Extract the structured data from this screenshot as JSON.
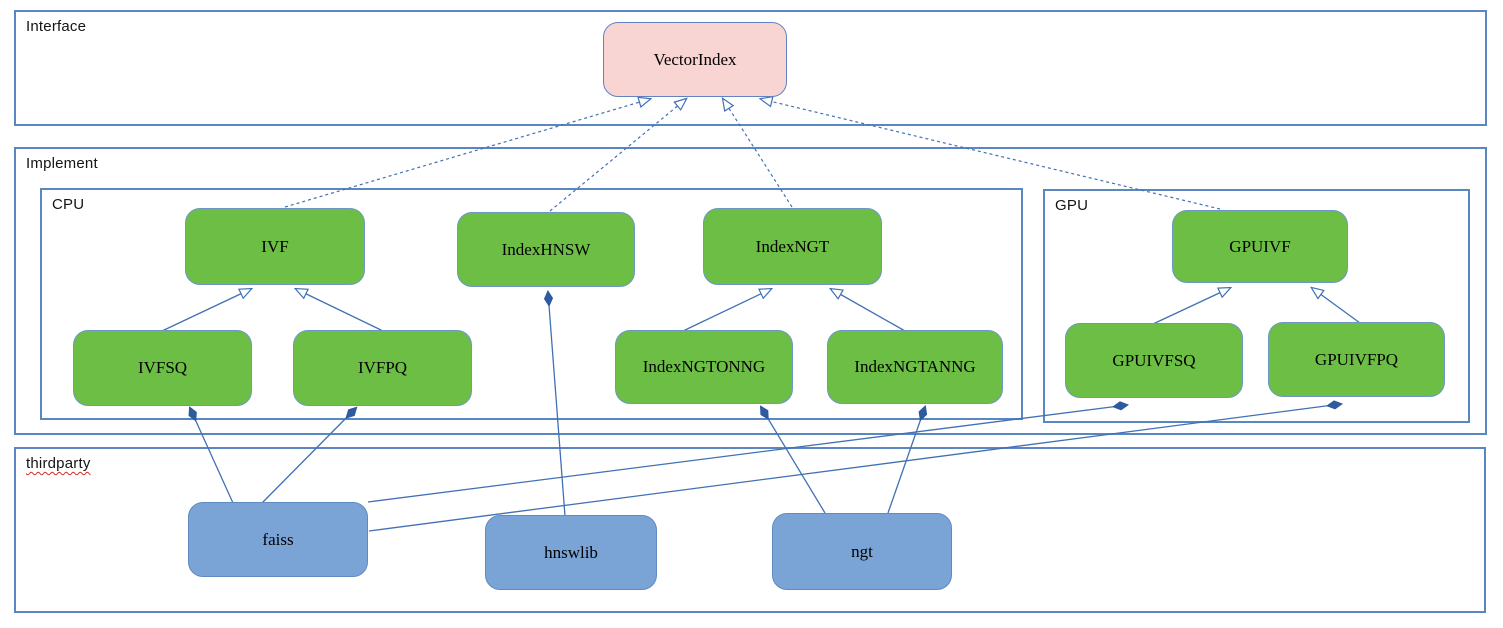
{
  "containers": {
    "interface": {
      "label": "Interface"
    },
    "implement": {
      "label": "Implement"
    },
    "cpu": {
      "label": "CPU"
    },
    "gpu": {
      "label": "GPU"
    },
    "thirdparty": {
      "label": "thirdparty"
    }
  },
  "nodes": {
    "vectorindex": {
      "label": "VectorIndex"
    },
    "ivf": {
      "label": "IVF"
    },
    "indexhnsw": {
      "label": "IndexHNSW"
    },
    "indexngt": {
      "label": "IndexNGT"
    },
    "ivfsq": {
      "label": "IVFSQ"
    },
    "ivfpq": {
      "label": "IVFPQ"
    },
    "indexngtonng": {
      "label": "IndexNGTONNG"
    },
    "indexngtanng": {
      "label": "IndexNGTANNG"
    },
    "gpuivf": {
      "label": "GPUIVF"
    },
    "gpuivfsq": {
      "label": "GPUIVFSQ"
    },
    "gpuivfpq": {
      "label": "GPUIVFPQ"
    },
    "faiss": {
      "label": "faiss"
    },
    "hnswlib": {
      "label": "hnswlib"
    },
    "ngt": {
      "label": "ngt"
    }
  },
  "relationships": {
    "generalization_dashed": [
      {
        "from": "IVF",
        "to": "VectorIndex"
      },
      {
        "from": "IndexHNSW",
        "to": "VectorIndex"
      },
      {
        "from": "IndexNGT",
        "to": "VectorIndex"
      },
      {
        "from": "GPUIVF",
        "to": "VectorIndex"
      }
    ],
    "generalization_solid": [
      {
        "from": "IVFSQ",
        "to": "IVF"
      },
      {
        "from": "IVFPQ",
        "to": "IVF"
      },
      {
        "from": "IndexNGTONNG",
        "to": "IndexNGT"
      },
      {
        "from": "IndexNGTANNG",
        "to": "IndexNGT"
      },
      {
        "from": "GPUIVFSQ",
        "to": "GPUIVF"
      },
      {
        "from": "GPUIVFPQ",
        "to": "GPUIVF"
      }
    ],
    "composition": [
      {
        "from": "faiss",
        "to": "IVFSQ"
      },
      {
        "from": "faiss",
        "to": "IVFPQ"
      },
      {
        "from": "faiss",
        "to": "GPUIVFSQ"
      },
      {
        "from": "faiss",
        "to": "GPUIVFPQ"
      },
      {
        "from": "hnswlib",
        "to": "IndexHNSW"
      },
      {
        "from": "ngt",
        "to": "IndexNGTONNG"
      },
      {
        "from": "ngt",
        "to": "IndexNGTANNG"
      }
    ]
  },
  "colors": {
    "interface_node_fill": "#f8d5d2",
    "implement_node_fill": "#6cbe45",
    "thirdparty_node_fill": "#7ba4d6",
    "container_border": "#5b87c0",
    "connector": "#4170b4",
    "diamond": "#2e5b9e",
    "spellcheck_underline": "#cf2e20"
  }
}
